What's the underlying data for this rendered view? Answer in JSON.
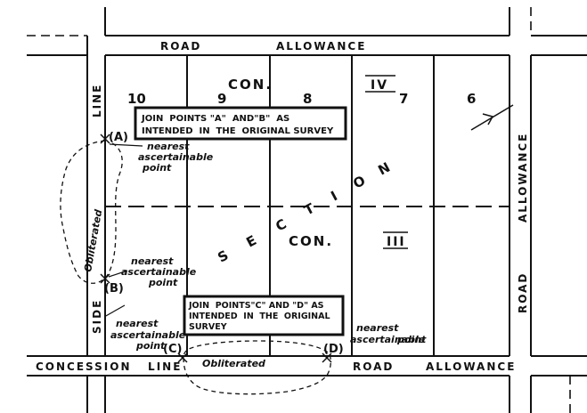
{
  "road_allowance_top": {
    "road": "ROAD",
    "allowance": "ALLOWANCE"
  },
  "side_line": {
    "line": "LINE",
    "side": "SIDE"
  },
  "right_allowance": {
    "allowance": "ALLOWANCE",
    "road": "ROAD"
  },
  "bottom_line": {
    "concession_line": "CONCESSION   LINE",
    "road": "ROAD",
    "allowance": "ALLOWANCE"
  },
  "concession_top": {
    "label": "CON.",
    "roman": "IV"
  },
  "concession_mid": {
    "label": "CON.",
    "roman": "III"
  },
  "lot_numbers": [
    "10",
    "9",
    "8",
    "7",
    "6"
  ],
  "section_letters": [
    "S",
    "E",
    "C",
    "T",
    "I",
    "O",
    "N"
  ],
  "note_ab": {
    "line1": "JOIN  POINTS \"A\"  AND\"B\"  AS",
    "line2": "INTENDED  IN  THE  ORIGINAL SURVEY"
  },
  "note_cd": {
    "line1": "JOIN  POINTS\"C\" AND \"D\" AS",
    "line2": "INTENDED  IN  THE  ORIGINAL",
    "line3": "SURVEY"
  },
  "points": {
    "a": "(A)",
    "b": "(B)",
    "c": "(C)",
    "d": "(D)"
  },
  "nearest_point": {
    "line1": "nearest",
    "line2": "ascertainable",
    "line3": "point"
  },
  "obliterated": "Obliterated"
}
